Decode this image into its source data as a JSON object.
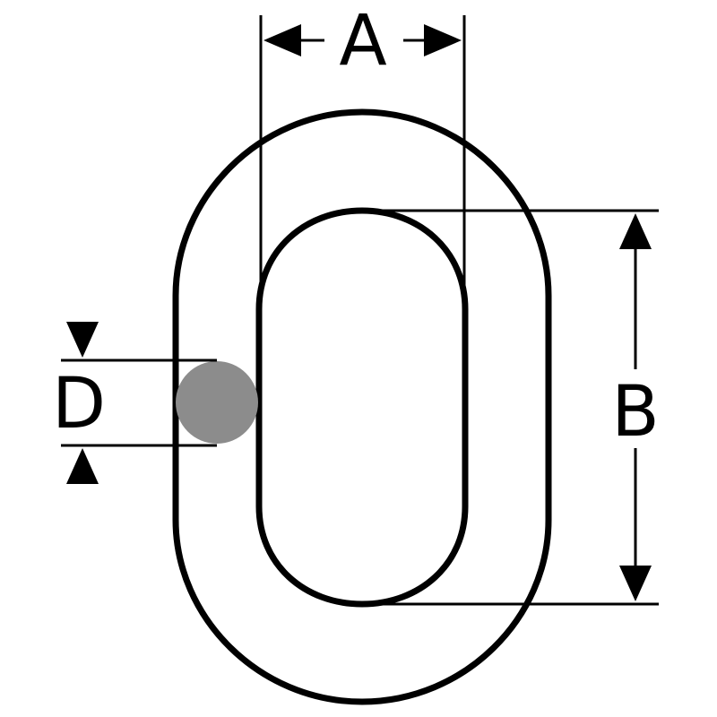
{
  "labels": {
    "width": "A",
    "length": "B",
    "diameter": "D"
  },
  "colors": {
    "stroke": "#000000",
    "background": "#ffffff",
    "material": "#8c8c8c"
  }
}
